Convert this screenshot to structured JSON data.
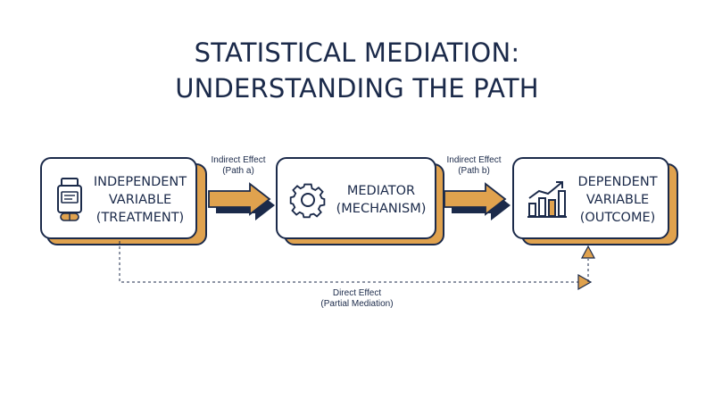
{
  "title": {
    "line1": "STATISTICAL MEDIATION:",
    "line2": "UNDERSTANDING THE PATH"
  },
  "nodes": {
    "independent": {
      "line1": "INDEPENDENT",
      "line2": "VARIABLE",
      "line3": "(TREATMENT)",
      "icon": "medicine-bottle-icon"
    },
    "mediator": {
      "line1": "MEDIATOR",
      "line2": "(MECHANISM)",
      "icon": "gear-icon"
    },
    "dependent": {
      "line1": "DEPENDENT",
      "line2": "VARIABLE",
      "line3": "(OUTCOME)",
      "icon": "growth-chart-icon"
    }
  },
  "paths": {
    "path_a": {
      "line1": "Indirect Effect",
      "line2": "(Path a)"
    },
    "path_b": {
      "line1": "Indirect Effect",
      "line2": "(Path b)"
    },
    "direct": {
      "line1": "Direct Effect",
      "line2": "(Partial Mediation)"
    }
  },
  "colors": {
    "navy": "#1b2a4a",
    "accent": "#e0a24e",
    "background": "#ffffff"
  }
}
